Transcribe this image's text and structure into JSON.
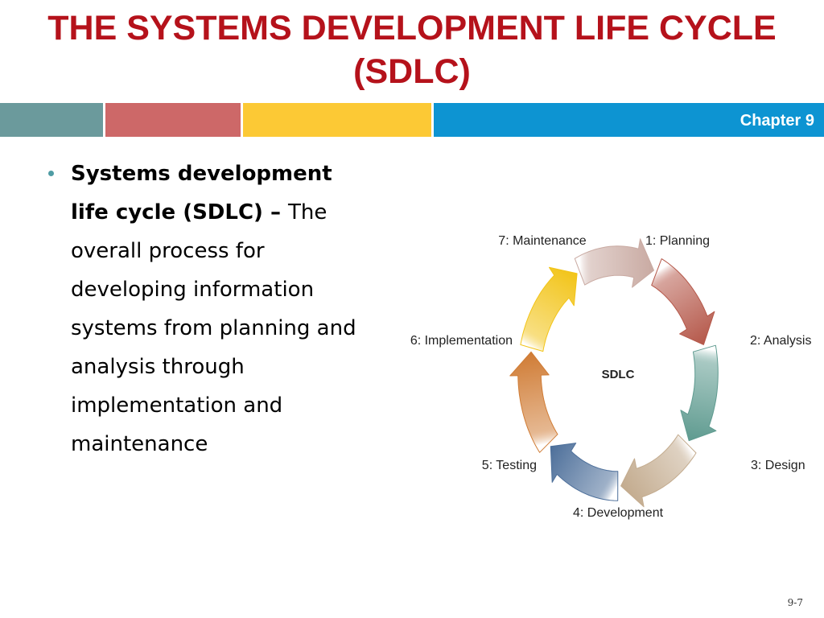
{
  "slide": {
    "title_line1": "THE SYSTEMS DEVELOPMENT LIFE CYCLE",
    "title_line2": "(SDLC)",
    "chapter": "Chapter 9",
    "page_number": "9-7",
    "band_colors": [
      "#6b9a9c",
      "#cd6868",
      "#fcc935",
      "#0d94d2"
    ]
  },
  "bullet": {
    "term": "Systems development life cycle (SDLC)",
    "dash": " – ",
    "definition": "The overall process for developing information systems from planning and analysis through implementation and maintenance"
  },
  "diagram": {
    "center_label": "SDLC",
    "phases": [
      {
        "label": "1: Planning",
        "color": "#f2c418"
      },
      {
        "label": "2: Analysis",
        "color": "#c9aaa2"
      },
      {
        "label": "3: Design",
        "color": "#b5584a"
      },
      {
        "label": "4: Development",
        "color": "#5f9b90"
      },
      {
        "label": "5: Testing",
        "color": "#c3ab8e"
      },
      {
        "label": "6: Implementation",
        "color": "#4d6f9a"
      },
      {
        "label": "7: Maintenance",
        "color": "#d07c35"
      }
    ]
  }
}
